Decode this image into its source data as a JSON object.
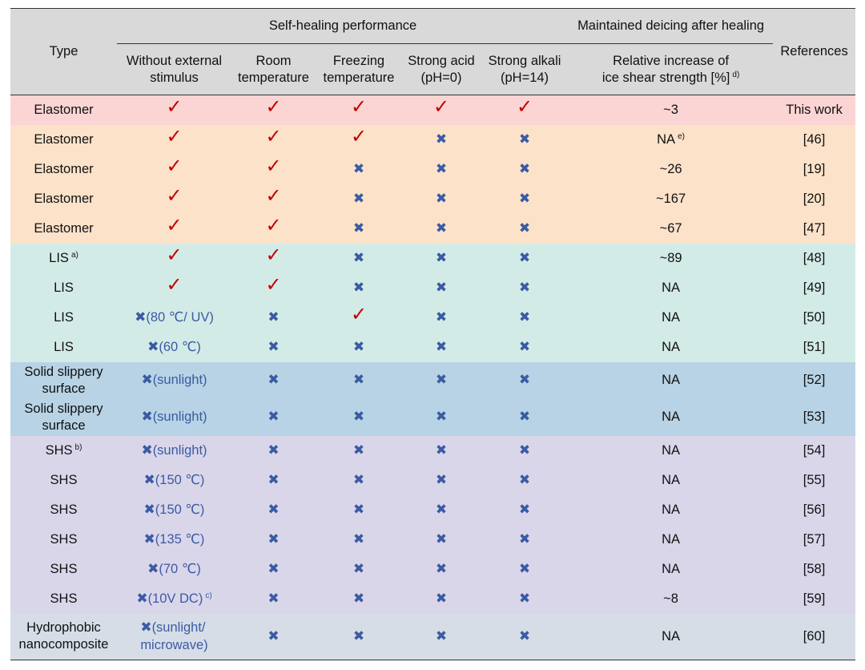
{
  "headers": {
    "type": "Type",
    "self_healing": "Self-healing performance",
    "maintained": "Maintained deicing after healing",
    "references": "References",
    "without_line1": "Without external",
    "without_line2": "stimulus",
    "room_line1": "Room",
    "room_line2": "temperature",
    "freezing_line1": "Freezing",
    "freezing_line2": "temperature",
    "acid_line1": "Strong acid",
    "acid_line2": "(pH=0)",
    "alkali_line1": "Strong alkali",
    "alkali_line2": "(pH=14)",
    "relative_line1": "Relative increase of",
    "relative_line2": "ice shear strength [%]",
    "relative_fn": "d)"
  },
  "symbols": {
    "check": "✓",
    "cross": "✖"
  },
  "rows": [
    {
      "type": "Elastomer",
      "cond": "",
      "room": "",
      "freezing": "",
      "acid": "",
      "alkali": "",
      "rel": "~3",
      "ref": "This work"
    },
    {
      "type": "Elastomer",
      "rel": "NA",
      "rel_fn": "e)",
      "ref": "[46]"
    },
    {
      "type": "Elastomer",
      "rel": "~26",
      "ref": "[19]"
    },
    {
      "type": "Elastomer",
      "rel": "~167",
      "ref": "[20]"
    },
    {
      "type": "Elastomer",
      "rel": "~67",
      "ref": "[47]"
    },
    {
      "type": "LIS",
      "type_fn": "a)",
      "rel": "~89",
      "ref": "[48]"
    },
    {
      "type": "LIS",
      "rel": "NA",
      "ref": "[49]"
    },
    {
      "type": "LIS",
      "cond": "(80 ℃/ UV)",
      "rel": "NA",
      "ref": "[50]"
    },
    {
      "type": "LIS",
      "cond": "(60 ℃)",
      "rel": "NA",
      "ref": "[51]"
    },
    {
      "type_line1": "Solid slippery",
      "type_line2": "surface",
      "cond": "(sunlight)",
      "rel": "NA",
      "ref": "[52]"
    },
    {
      "type_line1": "Solid slippery",
      "type_line2": "surface",
      "cond": "(sunlight)",
      "rel": "NA",
      "ref": "[53]"
    },
    {
      "type": "SHS",
      "type_fn": "b)",
      "cond": "(sunlight)",
      "rel": "NA",
      "ref": "[54]"
    },
    {
      "type": "SHS",
      "cond": "(150 ℃)",
      "rel": "NA",
      "ref": "[55]"
    },
    {
      "type": "SHS",
      "cond": "(150 ℃)",
      "rel": "NA",
      "ref": "[56]"
    },
    {
      "type": "SHS",
      "cond": "(135 ℃)",
      "rel": "NA",
      "ref": "[57]"
    },
    {
      "type": "SHS",
      "cond": "(70 ℃)",
      "rel": "NA",
      "ref": "[58]"
    },
    {
      "type": "SHS",
      "cond": "(10V DC)",
      "cond_fn": "c)",
      "rel": "~8",
      "ref": "[59]"
    },
    {
      "type_line1": "Hydrophobic",
      "type_line2": "nanocomposite",
      "cond_line1": "(sunlight/",
      "cond_line2": "microwave)",
      "rel": "NA",
      "ref": "[60]"
    }
  ],
  "colors": {
    "this_work": "#fbd5d3",
    "elastomer": "#fbe2c9",
    "lis": "#d3ebe7",
    "solid_slippery": "#b8d3e5",
    "shs": "#dad6ea",
    "hydrophobic": "#d6dde7",
    "check": "#c00000",
    "cross": "#3a5ba3",
    "header": "#d9d9d9"
  }
}
